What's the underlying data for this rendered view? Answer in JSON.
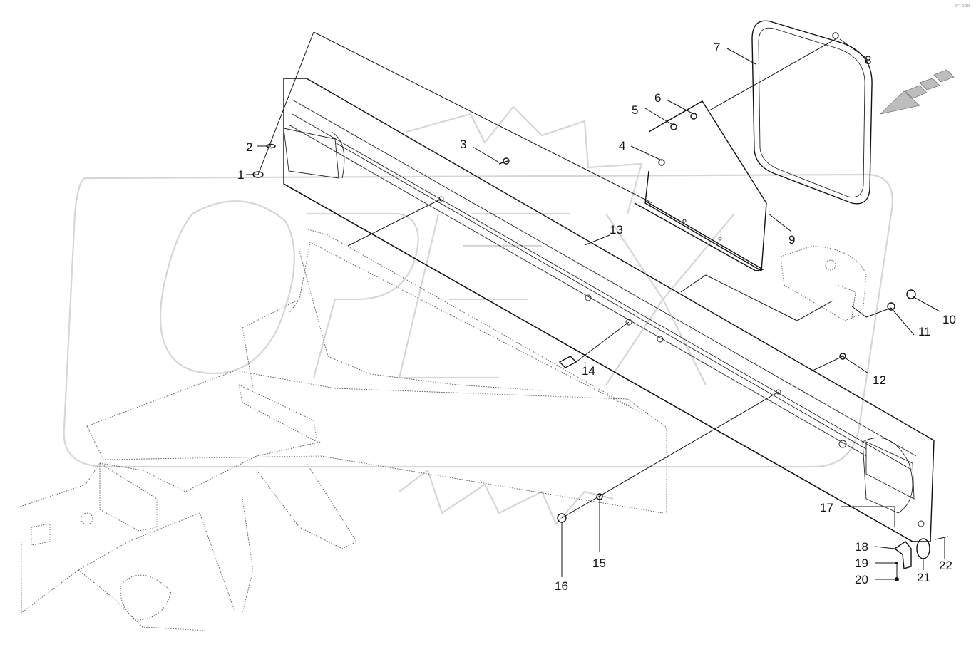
{
  "watermark": {
    "text": "OPEX"
  },
  "corner_mark": "o° ooo",
  "colors": {
    "line": "#111111",
    "watermark": "#d6d6d6",
    "arrow": "#bdbdbd"
  },
  "arrow_icon": "direction-arrow-icon",
  "callouts": [
    {
      "n": "1"
    },
    {
      "n": "2"
    },
    {
      "n": "3"
    },
    {
      "n": "4"
    },
    {
      "n": "5"
    },
    {
      "n": "6"
    },
    {
      "n": "7"
    },
    {
      "n": "8"
    },
    {
      "n": "9"
    },
    {
      "n": "10"
    },
    {
      "n": "11"
    },
    {
      "n": "12"
    },
    {
      "n": "13"
    },
    {
      "n": "14"
    },
    {
      "n": "15"
    },
    {
      "n": "16"
    },
    {
      "n": "17"
    },
    {
      "n": "18"
    },
    {
      "n": "19"
    },
    {
      "n": "20"
    },
    {
      "n": "21"
    },
    {
      "n": "22"
    }
  ]
}
